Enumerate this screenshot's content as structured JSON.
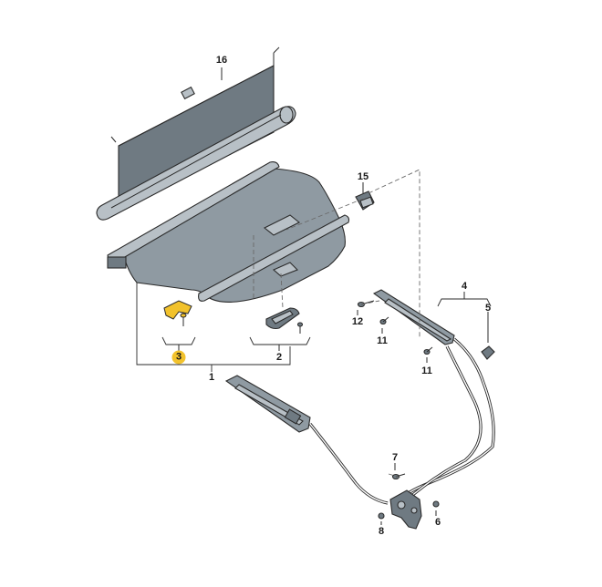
{
  "labels": {
    "p1": "1",
    "p2": "2",
    "p3": "3",
    "p4": "4",
    "p5": "5",
    "p6": "6",
    "p7": "7",
    "p8": "8",
    "p11a": "11",
    "p11b": "11",
    "p12": "12",
    "p15": "15",
    "p16": "16"
  },
  "colors": {
    "part_fill": "#8f9aa2",
    "part_dark": "#6f7a82",
    "highlight": "#f2c22c",
    "line": "#2b2b2b"
  }
}
